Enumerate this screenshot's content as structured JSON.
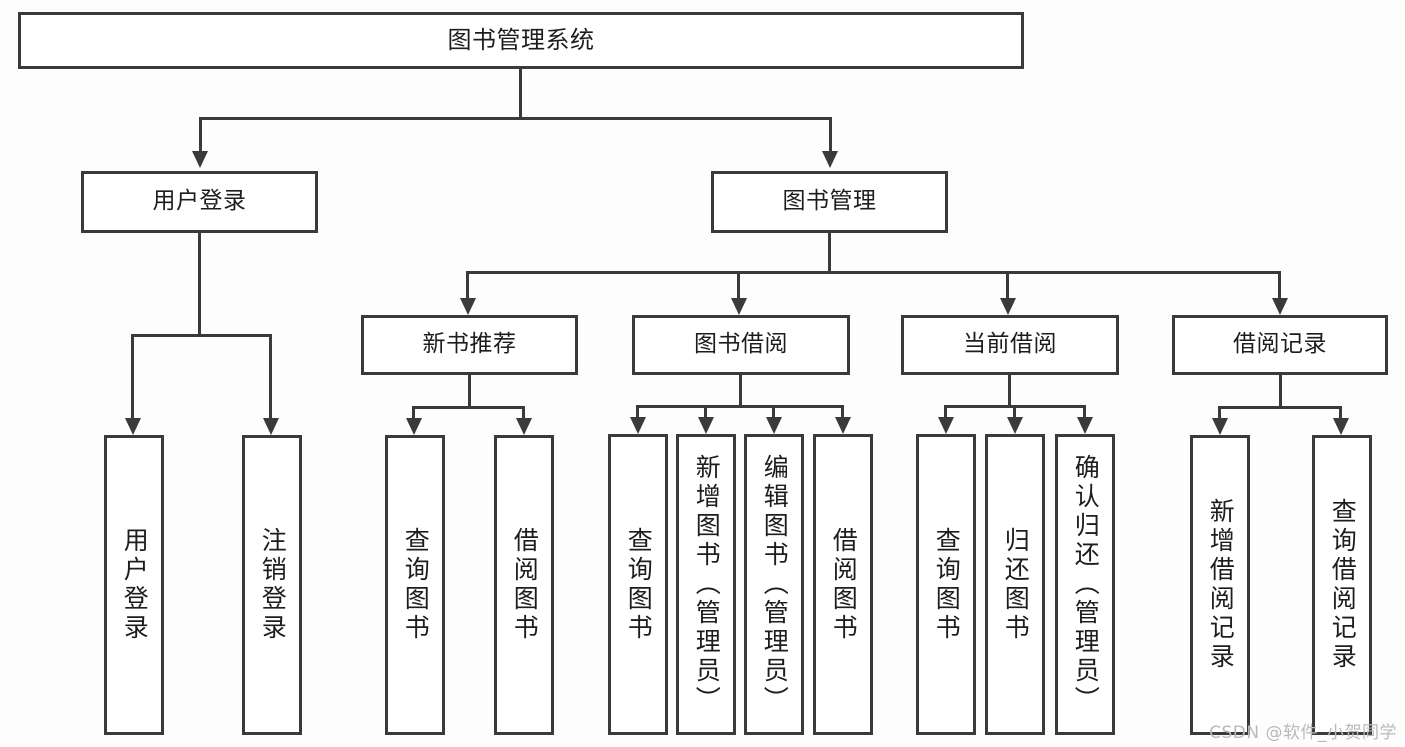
{
  "diagram": {
    "title": "图书管理系统",
    "type": "tree",
    "watermark": "CSDN @软件_小贺同学",
    "colors": {
      "stroke": "#3a3a3a",
      "fill": "#ffffff",
      "text": "#1d1d1d",
      "watermark": "#b9b9b9",
      "background": "#fdfdfd"
    },
    "root": {
      "label": "图书管理系统"
    },
    "level2": [
      {
        "label": "用户登录"
      },
      {
        "label": "图书管理"
      }
    ],
    "level3": [
      {
        "label": "新书推荐"
      },
      {
        "label": "图书借阅"
      },
      {
        "label": "当前借阅"
      },
      {
        "label": "借阅记录"
      }
    ],
    "leaves": {
      "user_login": [
        {
          "label": "用户登录"
        },
        {
          "label": "注销登录"
        }
      ],
      "new_book_recommend": [
        {
          "label": "查询图书"
        },
        {
          "label": "借阅图书"
        }
      ],
      "book_borrow": [
        {
          "label": "查询图书"
        },
        {
          "label": "新增图书（管理员）"
        },
        {
          "label": "编辑图书（管理员）"
        },
        {
          "label": "借阅图书"
        }
      ],
      "current_borrow": [
        {
          "label": "查询图书"
        },
        {
          "label": "归还图书"
        },
        {
          "label": "确认归还（管理员）"
        }
      ],
      "borrow_record": [
        {
          "label": "新增借阅记录"
        },
        {
          "label": "查询借阅记录"
        }
      ]
    }
  }
}
